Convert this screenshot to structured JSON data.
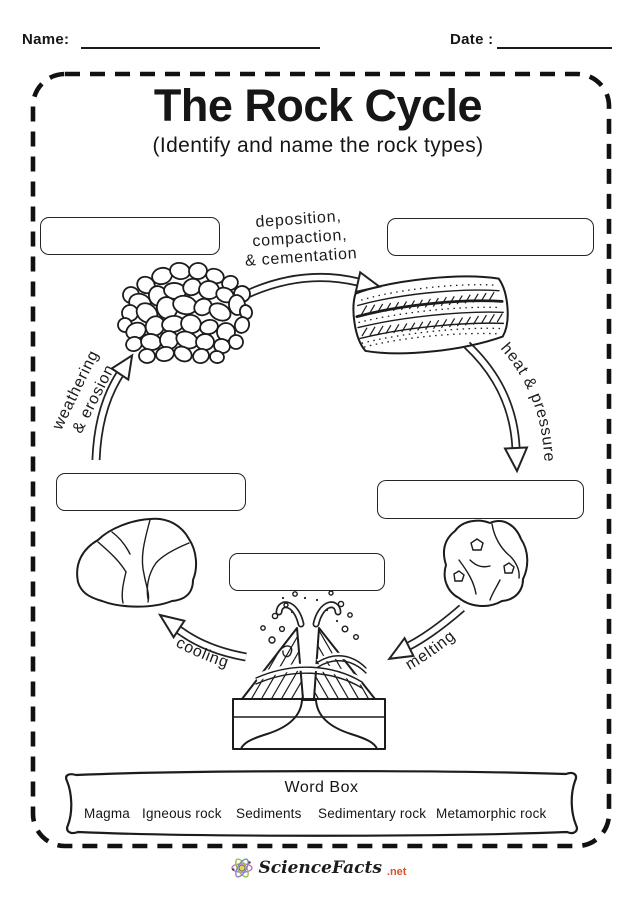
{
  "form": {
    "name_label": "Name:",
    "date_label": "Date :"
  },
  "header": {
    "title": "The Rock Cycle",
    "subtitle": "(Identify and name the rock types)"
  },
  "diagram": {
    "process_labels": {
      "deposition": [
        "deposition,",
        "compaction,",
        "& cementation"
      ],
      "weathering": [
        "weathering",
        "& erosion"
      ],
      "heat_pressure": "heat & pressure",
      "cooling": "cooling",
      "melting": "melting"
    },
    "answer_boxes": {
      "top_left": "",
      "top_right": "",
      "middle_left": "",
      "middle_right": "",
      "center": ""
    },
    "illustrations": [
      "sediments",
      "sedimentary-rock",
      "metamorphic-rock",
      "magma-volcano",
      "igneous-rock"
    ]
  },
  "word_box": {
    "title": "Word Box",
    "words": [
      "Magma",
      "Igneous rock",
      "Sediments",
      "Sedimentary rock",
      "Metamorphic rock"
    ]
  },
  "footer": {
    "brand": "ScienceFacts",
    "domain": ".net",
    "accent": "#d9542b",
    "logo": {
      "orbit1": "#c76ed1",
      "orbit2": "#96c23f",
      "orbit3": "#8087c9",
      "nucleus": "#e3d35a"
    }
  }
}
